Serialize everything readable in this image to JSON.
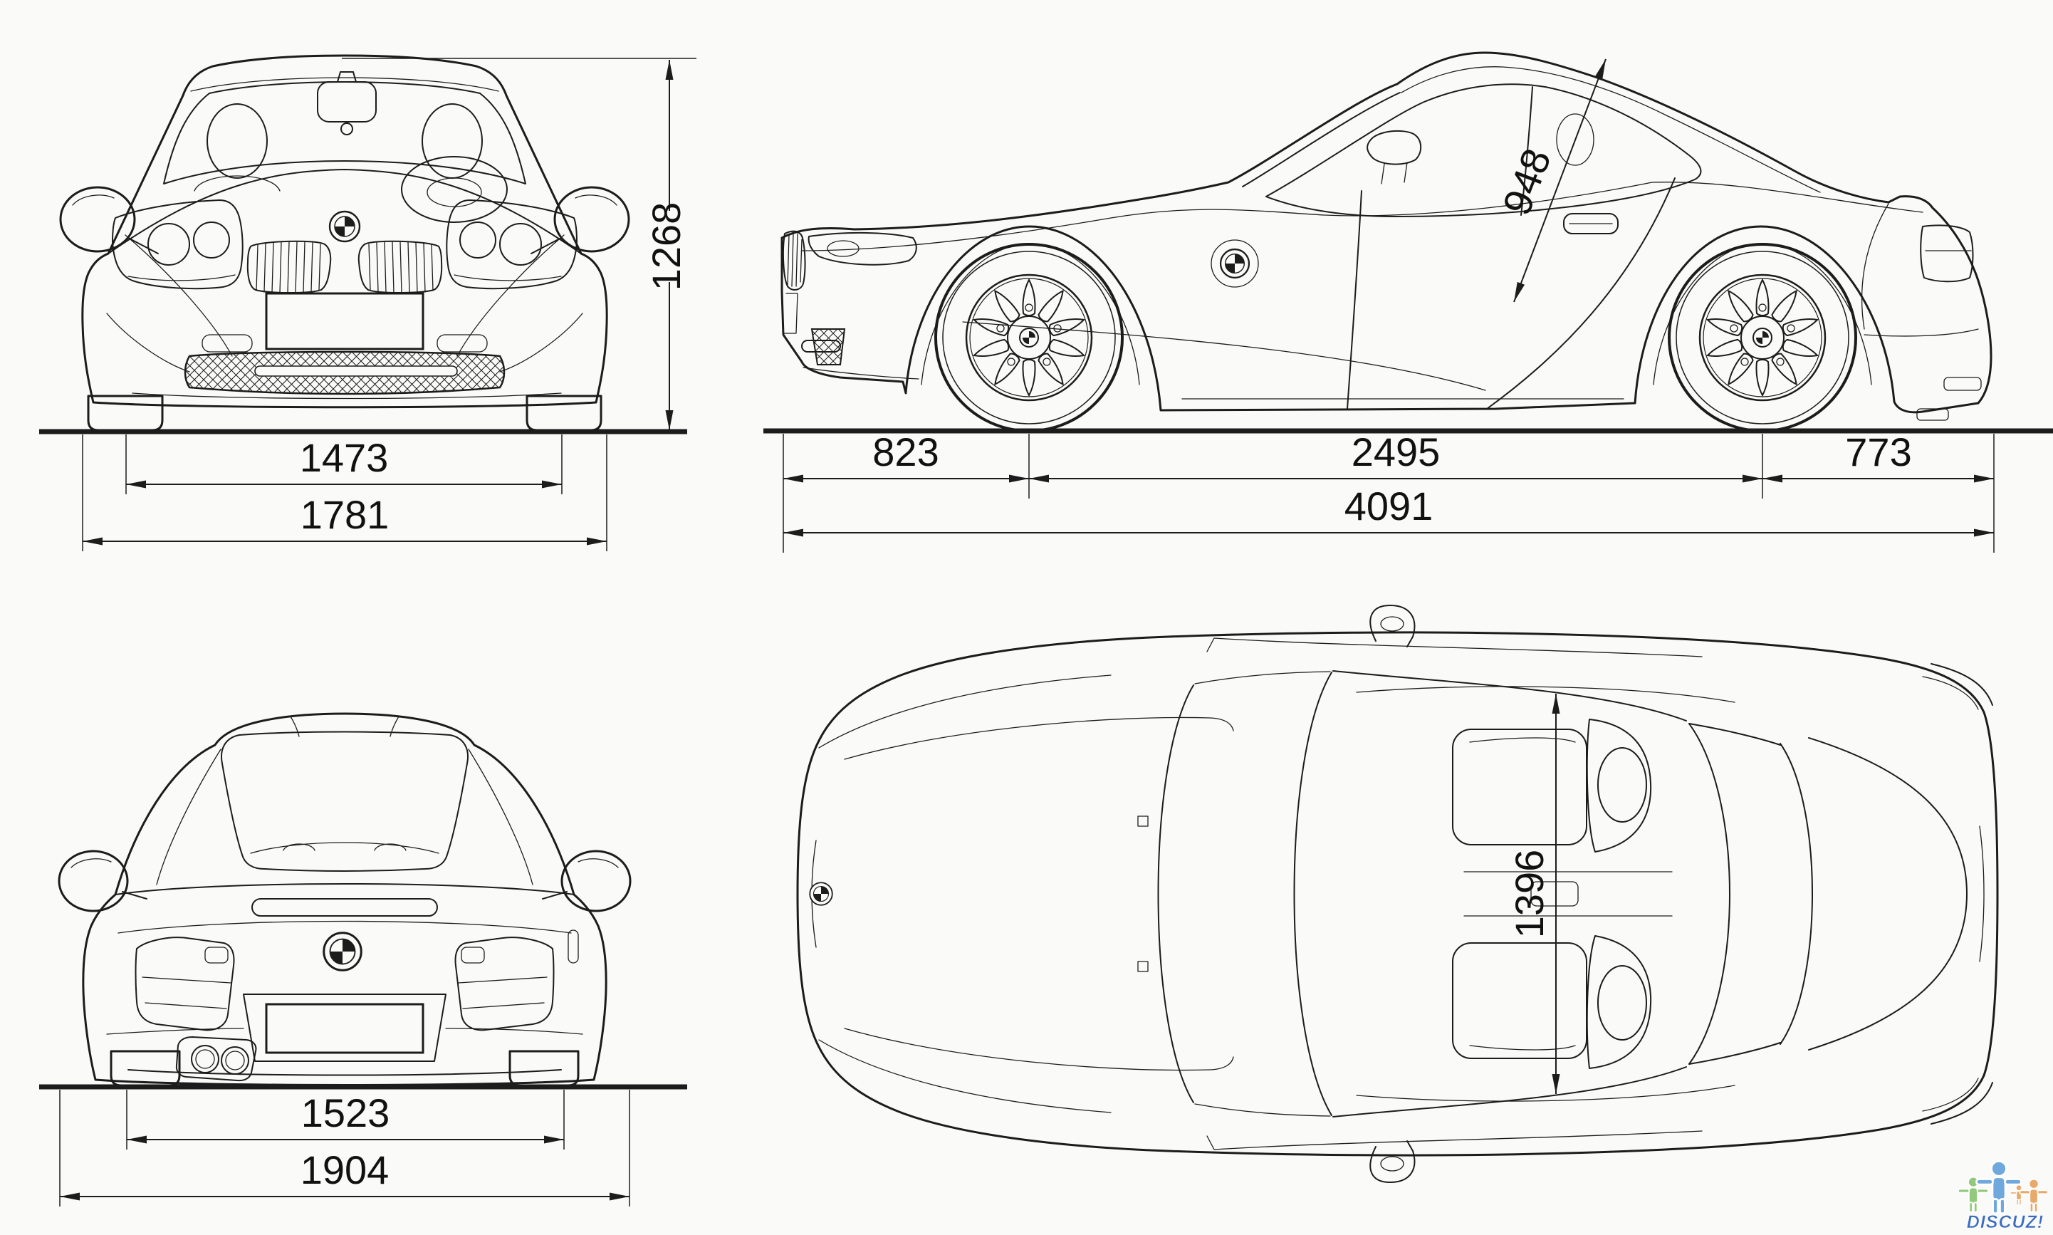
{
  "dimensions": {
    "front_track": "1473",
    "front_overall_width": "1781",
    "overall_height": "1268",
    "front_overhang": "823",
    "wheelbase": "2495",
    "rear_overhang": "773",
    "overall_length": "4091",
    "door_aperture_diagonal": "948",
    "rear_track": "1523",
    "rear_overall_width": "1904",
    "cabin_width": "1396"
  },
  "watermark": {
    "text": "DISCUZ!",
    "color": "#3b6cc0",
    "figure_colors": [
      "#93c97d",
      "#6fa8dc",
      "#e8a96b",
      "#e8a96b"
    ]
  },
  "colors": {
    "background": "#fafaf8",
    "line": "#1c1c1c"
  }
}
